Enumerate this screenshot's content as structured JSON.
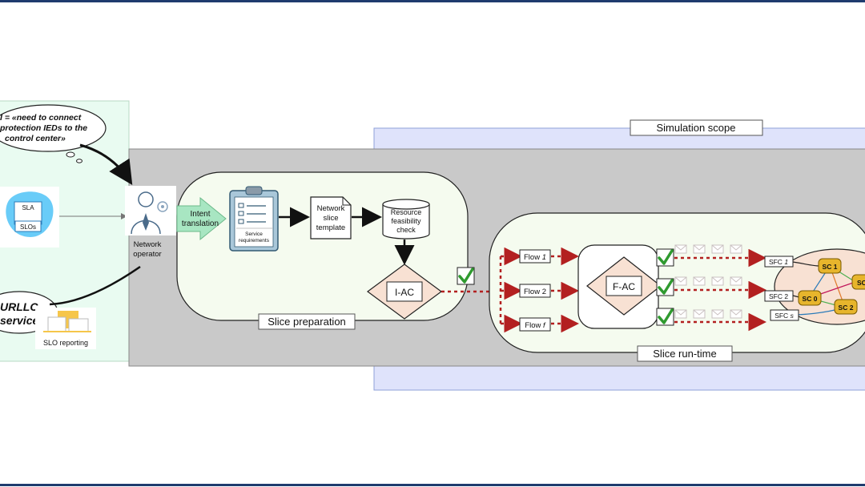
{
  "intent": {
    "lines": [
      "I = «need to connect",
      "protection IEDs to the",
      "control center»"
    ]
  },
  "sla": {
    "sla_label": "SLA",
    "slos_label": "SLOs"
  },
  "operator": {
    "line1": "Network",
    "line2": "operator"
  },
  "urllc": {
    "line1": "URLLC",
    "line2": "service"
  },
  "slo_reporting": "SLO reporting",
  "intent_translation": {
    "line1": "Intent",
    "line2": "translation"
  },
  "service_requirements": {
    "line1": "Service",
    "line2": "requirements"
  },
  "network_slice_template": {
    "line1": "Network",
    "line2": "slice",
    "line3": "template"
  },
  "resource_check": {
    "line1": "Resource",
    "line2": "feasibility",
    "line3": "check"
  },
  "iac": "I-AC",
  "fac": "F-AC",
  "slice_preparation": "Slice preparation",
  "slice_runtime": "Slice run-time",
  "simulation_scope": "Simulation scope",
  "flows": {
    "flow1": {
      "name": "Flow ",
      "idx": "1"
    },
    "flow2": {
      "name": "Flow 2"
    },
    "flowf": {
      "name": "Flow ",
      "idx": "f"
    }
  },
  "sfcs": {
    "sfc1": {
      "name": "SFC ",
      "idx": "1"
    },
    "sfc2": {
      "name": "SFC 2"
    },
    "sfcs": {
      "name": "SFC ",
      "idx": "s"
    }
  },
  "scs": {
    "sc1": "SC 1",
    "sc0": "SC 0",
    "sc2": "SC 2",
    "scx": "SC"
  },
  "colors": {
    "frame": "#1f3b6e",
    "left_panel": "#e9fbf1",
    "sim_band": "#dfe3fb",
    "gray_band": "#c9c9c9",
    "intent_arrow": "#a8e6c2",
    "flow_arrow": "#b32020",
    "check": "#2f9a2f",
    "sc_fill": "#e7b52c",
    "nfv_fill": "#f8e1d3"
  }
}
